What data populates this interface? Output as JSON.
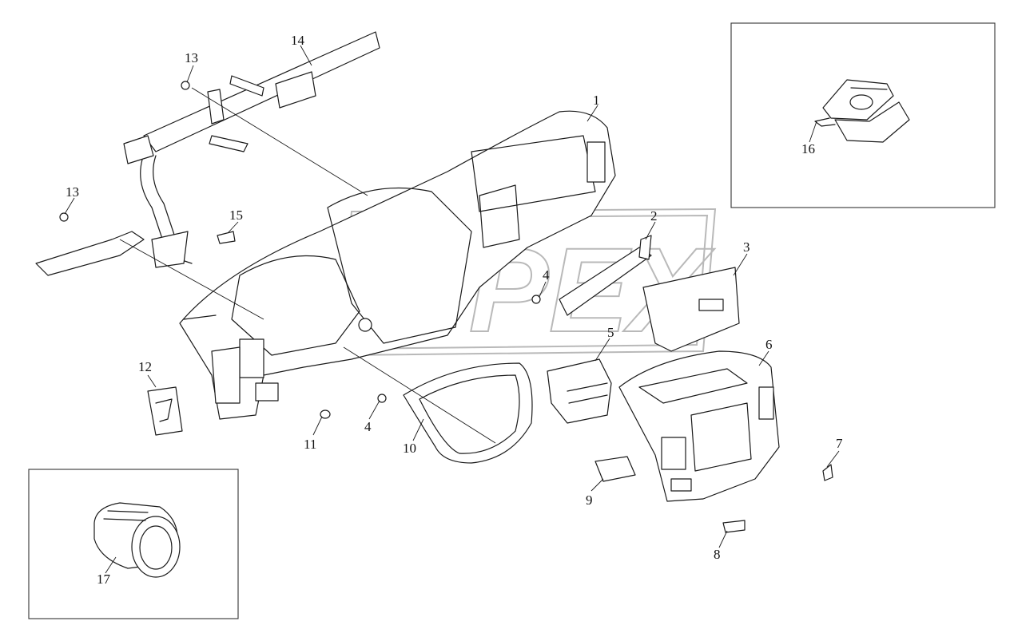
{
  "watermark": "OPEX",
  "callouts": [
    {
      "id": "c1",
      "label": "1"
    },
    {
      "id": "c2",
      "label": "2"
    },
    {
      "id": "c3",
      "label": "3"
    },
    {
      "id": "c4a",
      "label": "4"
    },
    {
      "id": "c4b",
      "label": "4"
    },
    {
      "id": "c5",
      "label": "5"
    },
    {
      "id": "c6",
      "label": "6"
    },
    {
      "id": "c7",
      "label": "7"
    },
    {
      "id": "c8",
      "label": "8"
    },
    {
      "id": "c9",
      "label": "9"
    },
    {
      "id": "c10",
      "label": "10"
    },
    {
      "id": "c11",
      "label": "11"
    },
    {
      "id": "c12",
      "label": "12"
    },
    {
      "id": "c13a",
      "label": "13"
    },
    {
      "id": "c13b",
      "label": "13"
    },
    {
      "id": "c14",
      "label": "14"
    },
    {
      "id": "c15",
      "label": "15"
    },
    {
      "id": "c16",
      "label": "16"
    },
    {
      "id": "c17",
      "label": "17"
    }
  ]
}
